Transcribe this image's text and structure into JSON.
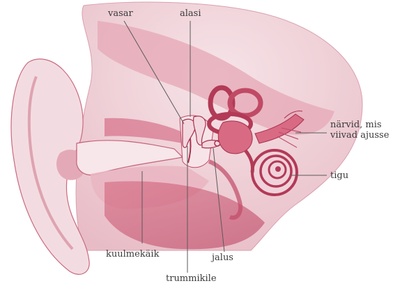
{
  "colors": {
    "tissue_light": "#f4dfe3",
    "tissue_mid": "#e9b8c2",
    "tissue_dark": "#c84a66",
    "outline": "#b0384f",
    "leader": "#5a5a5a",
    "text": "#3a3a3a"
  },
  "labels": {
    "malleus": "vasar",
    "incus": "alasi",
    "nerves": "närvid, mis viivad ajusse",
    "cochlea": "tigu",
    "ear_canal": "kuulmekäik",
    "stapes": "jalus",
    "eardrum": "trummikile"
  }
}
